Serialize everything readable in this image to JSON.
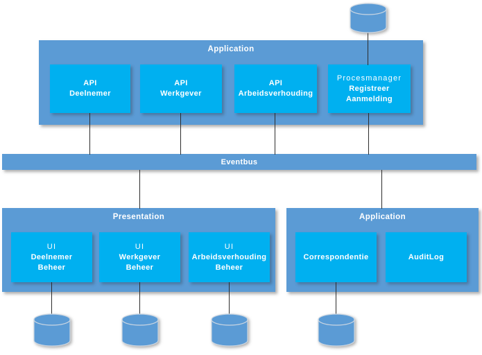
{
  "colors": {
    "container_fill": "#5B9BD5",
    "node_fill": "#00B0F0",
    "connector": "#2b2b2b",
    "text": "#FFFFFF"
  },
  "application_top": {
    "label": "Application",
    "boxes": [
      {
        "lines": [
          "API",
          "Deelnemer"
        ]
      },
      {
        "lines": [
          "API",
          "Werkgever"
        ]
      },
      {
        "lines": [
          "API",
          "Arbeidsverhouding"
        ]
      },
      {
        "lines": [
          "Procesmanager",
          "Registreer",
          "Aanmelding"
        ]
      }
    ]
  },
  "eventbus": {
    "label": "Eventbus"
  },
  "presentation": {
    "label": "Presentation",
    "boxes": [
      {
        "lines": [
          "UI",
          "Deelnemer",
          "Beheer"
        ]
      },
      {
        "lines": [
          "UI",
          "Werkgever",
          "Beheer"
        ]
      },
      {
        "lines": [
          "UI",
          "Arbeidsverhouding",
          "Beheer"
        ]
      }
    ]
  },
  "application_bottom": {
    "label": "Application",
    "boxes": [
      {
        "lines": [
          "Correspondentie"
        ]
      },
      {
        "lines": [
          "AuditLog"
        ]
      }
    ]
  }
}
